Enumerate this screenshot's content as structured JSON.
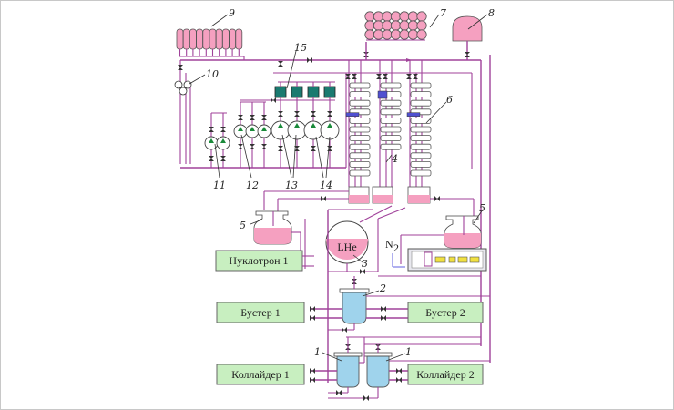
{
  "diagram": {
    "title": "Cryogenic helium supply scheme",
    "colors": {
      "pipe": "#a0429a",
      "vessel_pink": "#f5a0c0",
      "cryostat_blue": "#9fd3ec",
      "consumer_green": "#c8efc0",
      "purifier_teal": "#1a7a70",
      "heater_yellow": "#f0e040",
      "nitrogen_blue": "#6060e0"
    },
    "consumers": [
      {
        "id": "nuclotron-1",
        "label": "Нуклотрон 1"
      },
      {
        "id": "booster-1",
        "label": "Бустер 1"
      },
      {
        "id": "booster-2",
        "label": "Бустер 2"
      },
      {
        "id": "collider-1",
        "label": "Коллайдер 1"
      },
      {
        "id": "collider-2",
        "label": "Коллайдер 2"
      }
    ],
    "tank_label": "LHe",
    "nitrogen_label": "N",
    "nitrogen_subscript": "2",
    "callouts": [
      {
        "n": "1",
        "target": "collider-cryostat-left"
      },
      {
        "n": "1",
        "target": "collider-cryostat-right"
      },
      {
        "n": "2",
        "target": "booster-cryostat"
      },
      {
        "n": "3",
        "target": "lhe-dewar"
      },
      {
        "n": "4",
        "target": "middle-refrigerator"
      },
      {
        "n": "5",
        "target": "satellite-dewar-left"
      },
      {
        "n": "5",
        "target": "satellite-dewar-right"
      },
      {
        "n": "6",
        "target": "right-refrigerator"
      },
      {
        "n": "7",
        "target": "gas-cylinder-bank"
      },
      {
        "n": "8",
        "target": "gas-holder"
      },
      {
        "n": "9",
        "target": "receiver-bank"
      },
      {
        "n": "10",
        "target": "pump-group"
      },
      {
        "n": "11",
        "target": "compressors-group-11"
      },
      {
        "n": "12",
        "target": "compressors-group-12"
      },
      {
        "n": "13",
        "target": "compressors-group-13"
      },
      {
        "n": "14",
        "target": "compressors-group-14"
      },
      {
        "n": "15",
        "target": "purifiers"
      }
    ]
  }
}
